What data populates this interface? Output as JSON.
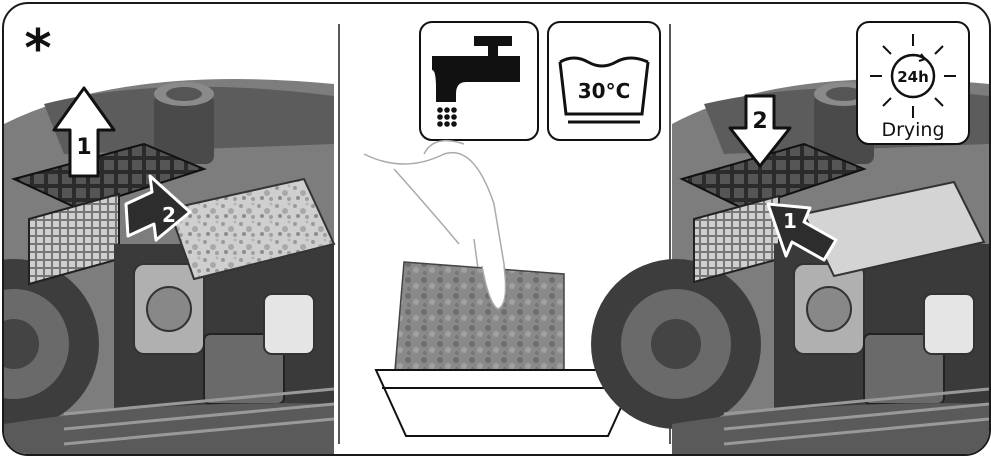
{
  "marker": "*",
  "panel_left": {
    "step_1": "1",
    "step_2": "2"
  },
  "panel_middle": {
    "tap_icon": "water-tap-icon",
    "wash_icon": "wash-basin-icon",
    "wash_temperature": "30°C"
  },
  "panel_right": {
    "step_1": "1",
    "step_2": "2",
    "drying_time": "24h",
    "drying_label": "Drying"
  }
}
